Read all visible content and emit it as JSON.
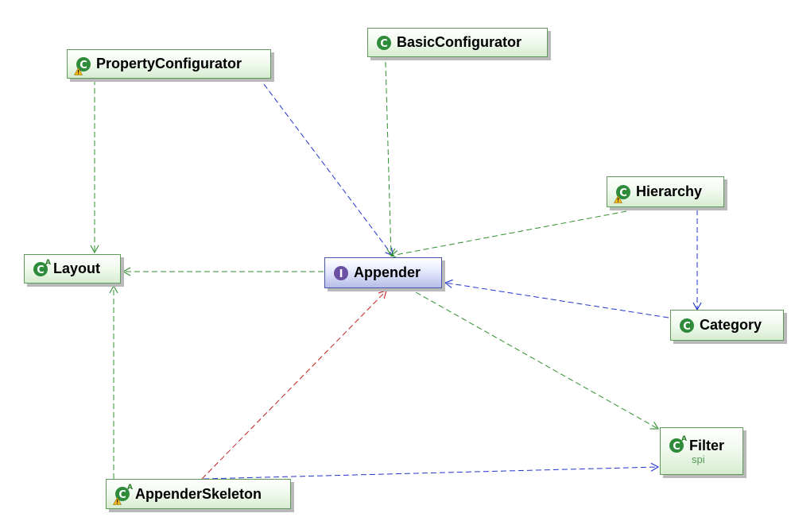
{
  "nodes": {
    "property_configurator": "PropertyConfigurator",
    "basic_configurator": "BasicConfigurator",
    "hierarchy": "Hierarchy",
    "layout": "Layout",
    "appender": "Appender",
    "category": "Category",
    "filter": "Filter",
    "filter_package": "spi",
    "appender_skeleton": "AppenderSkeleton"
  },
  "colors": {
    "class_icon": "#2e8b3a",
    "interface_icon": "#6a4fa3",
    "dependency_green": "#2f8f2f",
    "dependency_blue": "#2233cc",
    "dependency_red": "#c02020"
  }
}
